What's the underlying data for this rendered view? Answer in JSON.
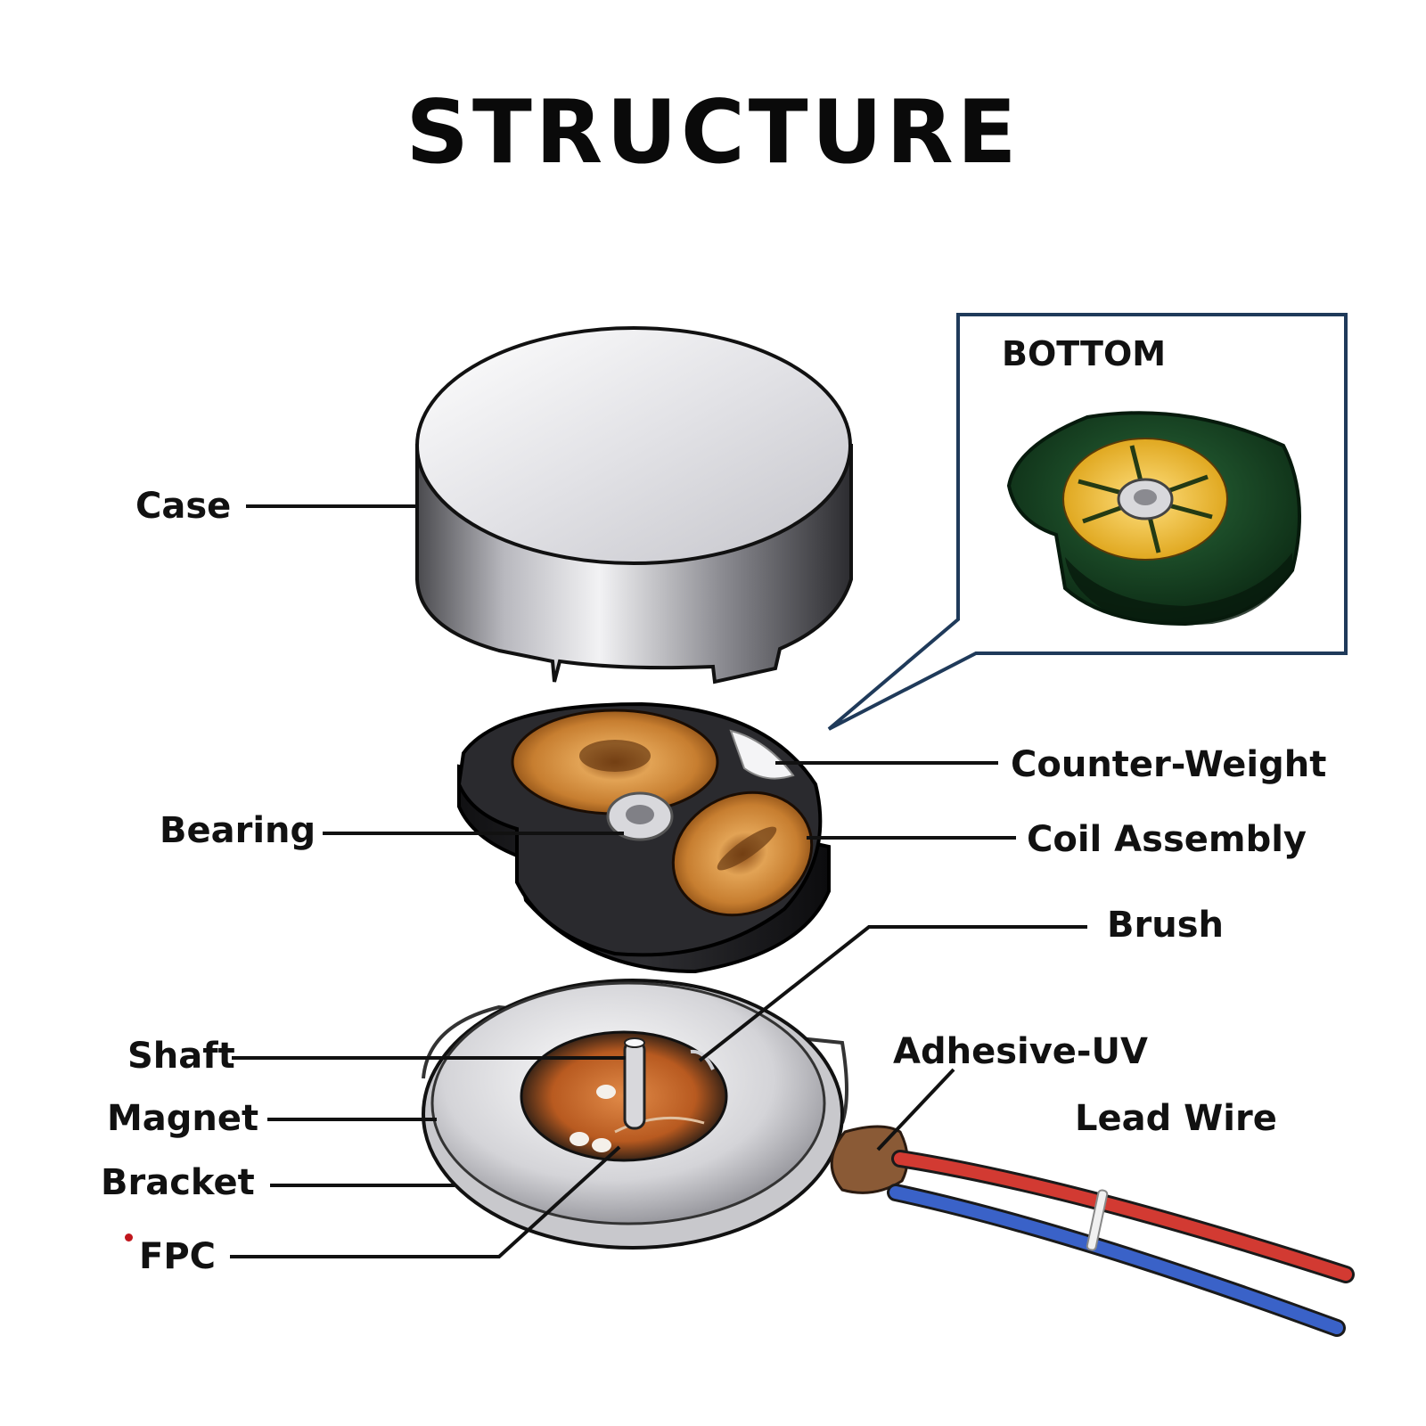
{
  "title": "STRUCTURE",
  "inset": {
    "label": "BOTTOM"
  },
  "labels": {
    "case": "Case",
    "bearing": "Bearing",
    "shaft": "Shaft",
    "magnet": "Magnet",
    "bracket": "Bracket",
    "fpc": "FPC",
    "counter_weight": "Counter-Weight",
    "coil_assembly": "Coil Assembly",
    "brush": "Brush",
    "adhesive_uv": "Adhesive-UV",
    "lead_wire": "Lead Wire"
  },
  "colors": {
    "leader": "#111111",
    "inset_frame": "#1f3a5a",
    "coil": "#d08a35",
    "pcb_green": "#143d20",
    "wire_red": "#d23a32",
    "wire_blue": "#3a62c8",
    "fpc_dot": "#c0161c"
  }
}
